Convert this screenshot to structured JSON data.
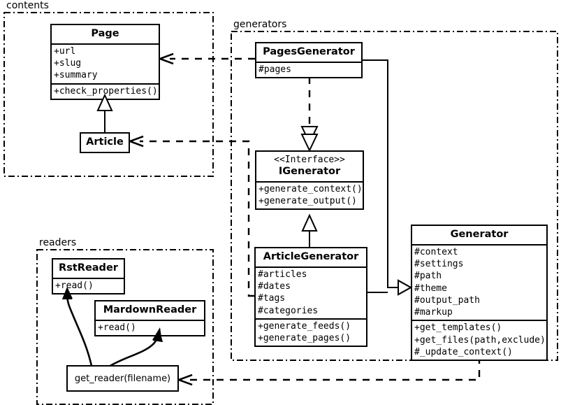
{
  "diagram": {
    "type": "uml-class-diagram",
    "packages": [
      {
        "id": "contents",
        "label": "contents"
      },
      {
        "id": "generators",
        "label": "generators"
      },
      {
        "id": "readers",
        "label": "readers"
      }
    ],
    "classes": [
      {
        "id": "page",
        "name": "Page",
        "stereotype": "",
        "attributes": [
          "+url",
          "+slug",
          "+summary"
        ],
        "methods": [
          "+check_properties()"
        ]
      },
      {
        "id": "article",
        "name": "Article",
        "stereotype": "",
        "attributes": [],
        "methods": []
      },
      {
        "id": "pagesgenerator",
        "name": "PagesGenerator",
        "stereotype": "",
        "attributes": [
          "#pages"
        ],
        "methods": []
      },
      {
        "id": "igenerator",
        "name": "IGenerator",
        "stereotype": "<<Interface>>",
        "attributes": [],
        "methods": [
          "+generate_context()",
          "+generate_output()"
        ]
      },
      {
        "id": "articlegenerator",
        "name": "ArticleGenerator",
        "stereotype": "",
        "attributes": [
          "#articles",
          "#dates",
          "#tags",
          "#categories"
        ],
        "methods": [
          "+generate_feeds()",
          "+generate_pages()"
        ]
      },
      {
        "id": "generator",
        "name": "Generator",
        "stereotype": "",
        "attributes": [
          "#context",
          "#settings",
          "#path",
          "#theme",
          "#output_path",
          "#markup"
        ],
        "methods": [
          "+get_templates()",
          "+get_files(path,exclude)",
          "#_update_context()"
        ]
      },
      {
        "id": "rstreader",
        "name": "RstReader",
        "stereotype": "",
        "attributes": [],
        "methods": [
          "+read()"
        ]
      },
      {
        "id": "mardownreader",
        "name": "MardownReader",
        "stereotype": "",
        "attributes": [],
        "methods": [
          "+read()"
        ]
      }
    ],
    "functions": [
      {
        "id": "get_reader",
        "label": "get_reader(filename)"
      }
    ],
    "relations": [
      {
        "from": "article",
        "to": "page",
        "kind": "generalization"
      },
      {
        "from": "pagesgenerator",
        "to": "igenerator",
        "kind": "realization"
      },
      {
        "from": "articlegenerator",
        "to": "igenerator",
        "kind": "generalization"
      },
      {
        "from": "pagesgenerator",
        "to": "generator",
        "kind": "generalization"
      },
      {
        "from": "articlegenerator",
        "to": "generator",
        "kind": "generalization"
      },
      {
        "from": "pagesgenerator",
        "to": "page",
        "kind": "dependency"
      },
      {
        "from": "articlegenerator",
        "to": "article",
        "kind": "dependency"
      },
      {
        "from": "generator",
        "to": "get_reader",
        "kind": "dependency"
      },
      {
        "from": "get_reader",
        "to": "rstreader",
        "kind": "returns"
      },
      {
        "from": "get_reader",
        "to": "mardownreader",
        "kind": "returns"
      }
    ],
    "colors": {
      "stroke": "#000000",
      "fill": "#ffffff"
    }
  }
}
